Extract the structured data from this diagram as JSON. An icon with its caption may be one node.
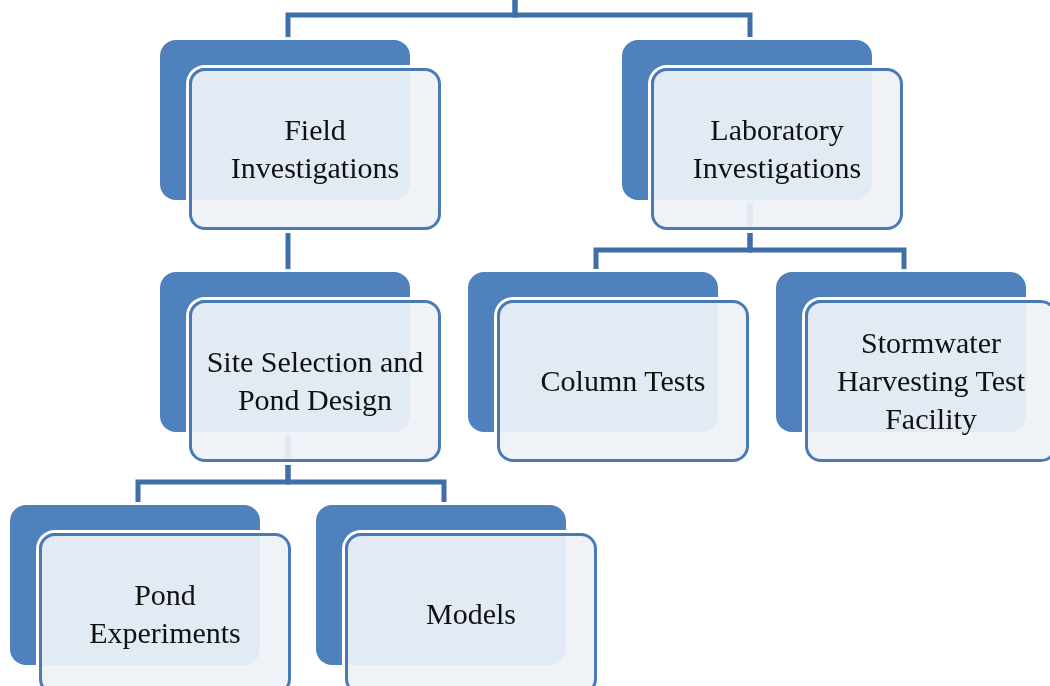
{
  "diagram": {
    "nodes": [
      {
        "text": [
          "Field Investigations"
        ]
      },
      {
        "text": [
          "Laboratory Investigations"
        ]
      },
      {
        "text": [
          "Site Selection and Pond Design"
        ]
      },
      {
        "text": [
          "Column Tests"
        ]
      },
      {
        "text": [
          "Stormwater Harvesting Test Facility"
        ]
      },
      {
        "text": [
          "Pond Experiments"
        ]
      },
      {
        "text": [
          "Models"
        ]
      }
    ],
    "edges": [
      {
        "from": null,
        "to": 0,
        "arrow": "none"
      },
      {
        "from": null,
        "to": 1,
        "arrow": "none"
      },
      {
        "from": 0,
        "to": 2,
        "arrow": "none"
      },
      {
        "from": 1,
        "to": 3,
        "arrow": "none"
      },
      {
        "from": 1,
        "to": 4,
        "arrow": "none"
      },
      {
        "from": 2,
        "to": 5,
        "arrow": "none"
      },
      {
        "from": 2,
        "to": 6,
        "arrow": "none"
      }
    ]
  }
}
